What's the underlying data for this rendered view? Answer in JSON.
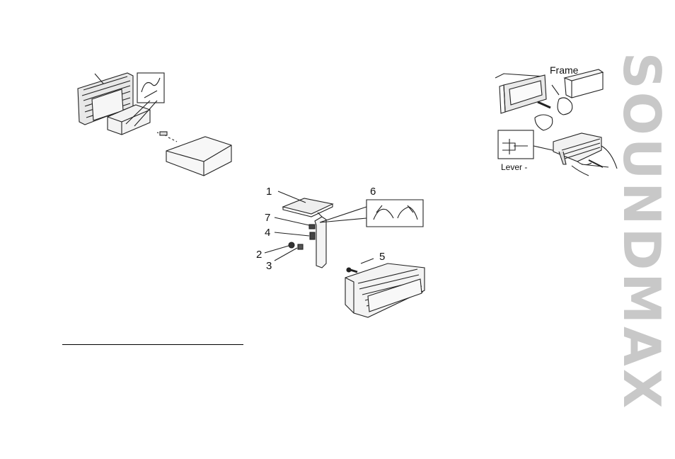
{
  "brand": {
    "text": "SOUNDMAX",
    "color": "#c8c8c8"
  },
  "diagram_center": {
    "labels": {
      "l1": "1",
      "l2": "2",
      "l3": "3",
      "l4": "4",
      "l5": "5",
      "l6": "6",
      "l7": "7"
    }
  },
  "diagram_right": {
    "frame_label": "Frame",
    "lever_label": "Lever -"
  }
}
